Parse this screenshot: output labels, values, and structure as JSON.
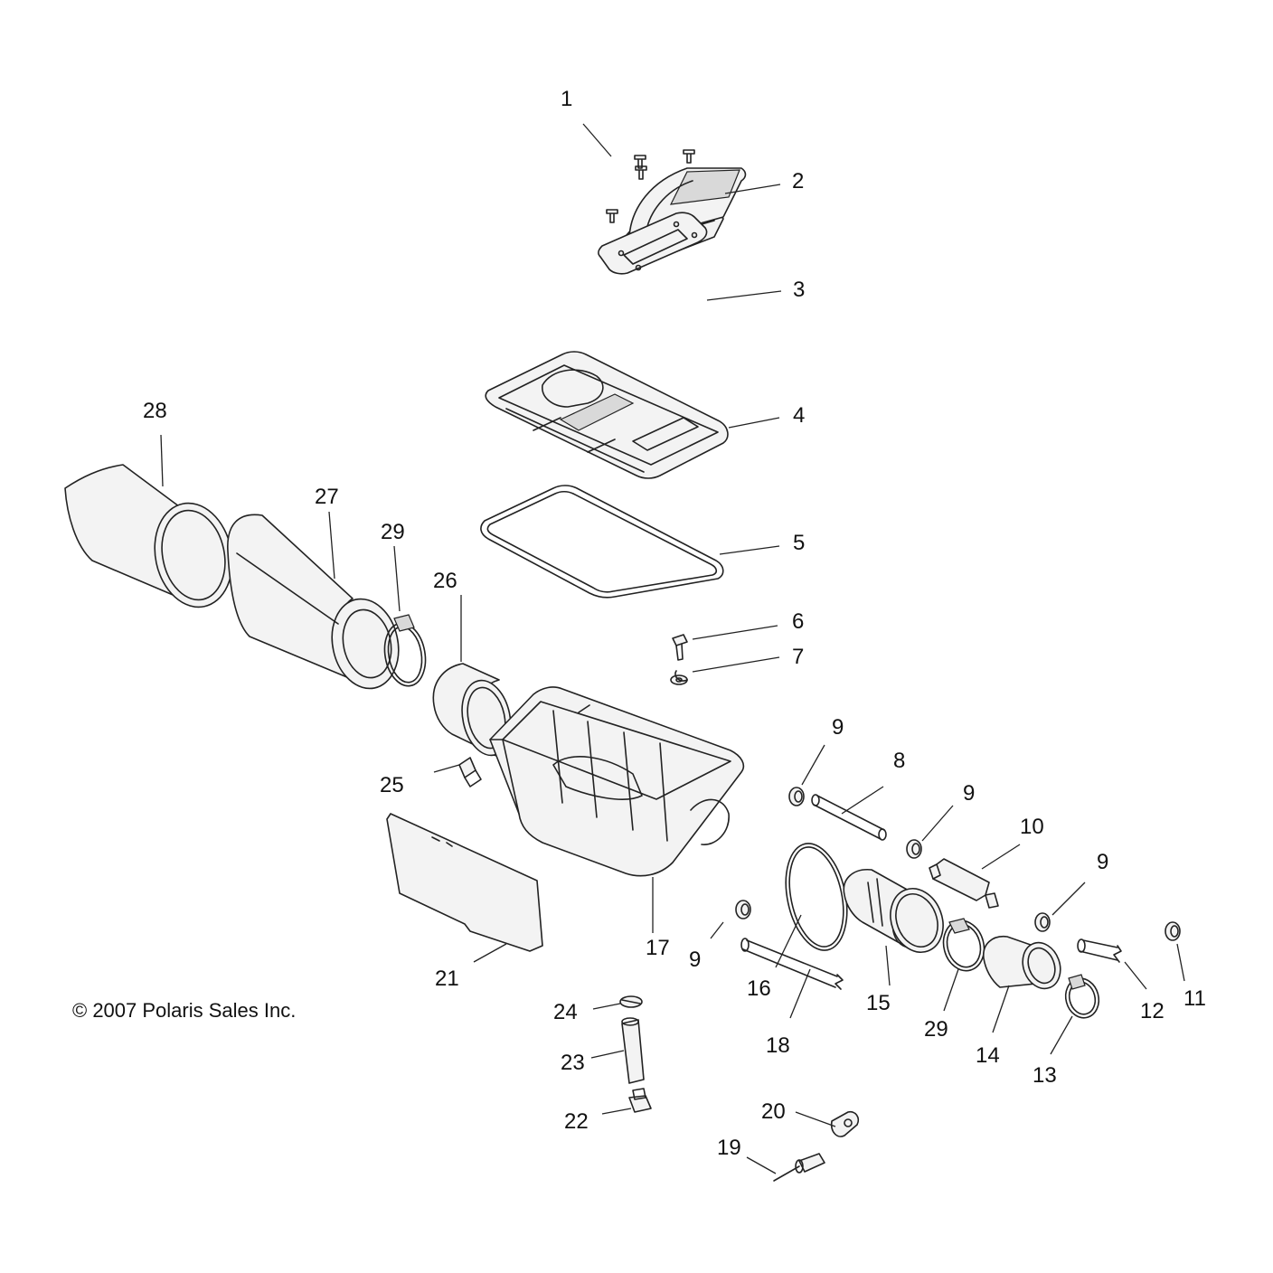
{
  "copyright": "© 2007 Polaris Sales Inc.",
  "callouts": {
    "c1": "1",
    "c2": "2",
    "c3": "3",
    "c4": "4",
    "c5": "5",
    "c6": "6",
    "c7": "7",
    "c8": "8",
    "c9a": "9",
    "c9b": "9",
    "c9c": "9",
    "c9d": "9",
    "c10": "10",
    "c11": "11",
    "c12": "12",
    "c13": "13",
    "c14": "14",
    "c15": "15",
    "c16": "16",
    "c17": "17",
    "c18": "18",
    "c19": "19",
    "c20": "20",
    "c21": "21",
    "c22": "22",
    "c23": "23",
    "c24": "24",
    "c25": "25",
    "c26": "26",
    "c27": "27",
    "c28": "28",
    "c29a": "29",
    "c29b": "29"
  }
}
